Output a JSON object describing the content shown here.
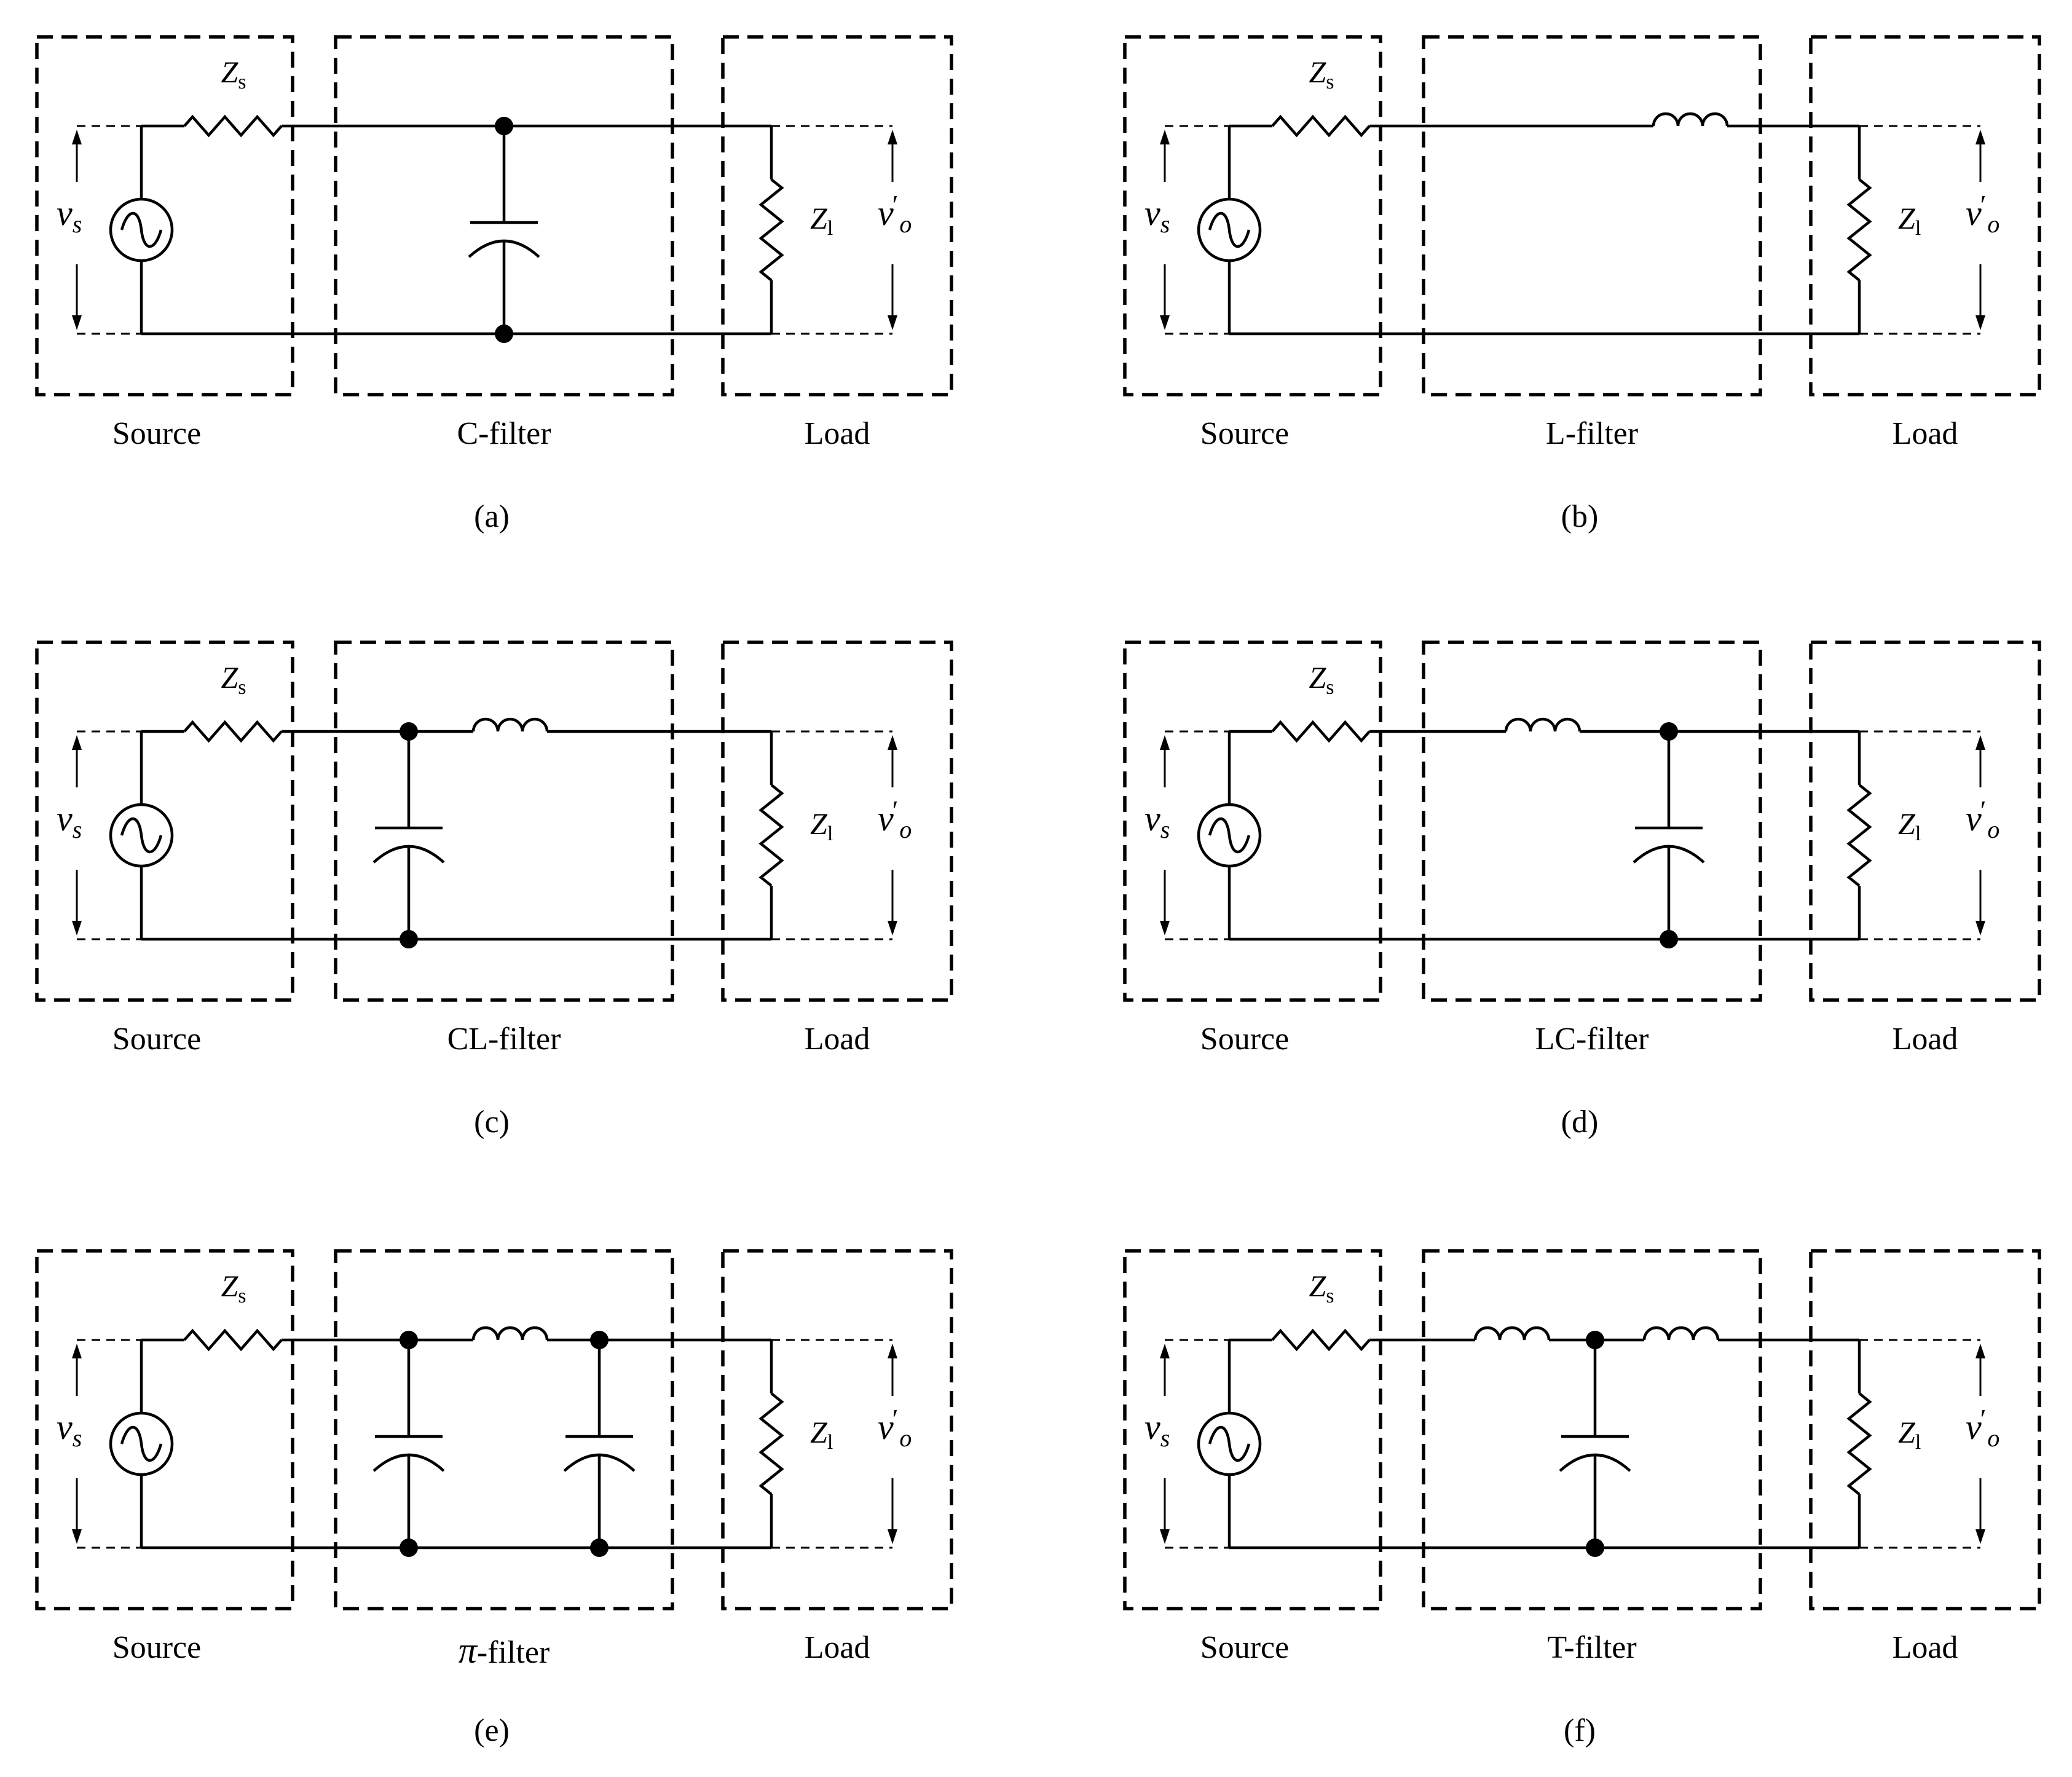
{
  "labels": {
    "source": "Source",
    "load": "Load",
    "zs_main": "Z",
    "zs_sub": "s",
    "zl_main": "Z",
    "zl_sub": "l",
    "vs_main": "v",
    "vs_sub": "s",
    "vo_main": "v",
    "vo_sub": "o",
    "vo_prime": "′"
  },
  "panels": [
    {
      "id": "a",
      "filter_label": "C-filter",
      "caption": "(a)",
      "topology": "C"
    },
    {
      "id": "b",
      "filter_label": "L-filter",
      "caption": "(b)",
      "topology": "L"
    },
    {
      "id": "c",
      "filter_label": "CL-filter",
      "caption": "(c)",
      "topology": "CL"
    },
    {
      "id": "d",
      "filter_label": "LC-filter",
      "caption": "(d)",
      "topology": "LC"
    },
    {
      "id": "e",
      "filter_label_symbol": "π",
      "filter_label": "-filter",
      "caption": "(e)",
      "topology": "PI"
    },
    {
      "id": "f",
      "filter_label": "T-filter",
      "caption": "(f)",
      "topology": "T"
    }
  ]
}
